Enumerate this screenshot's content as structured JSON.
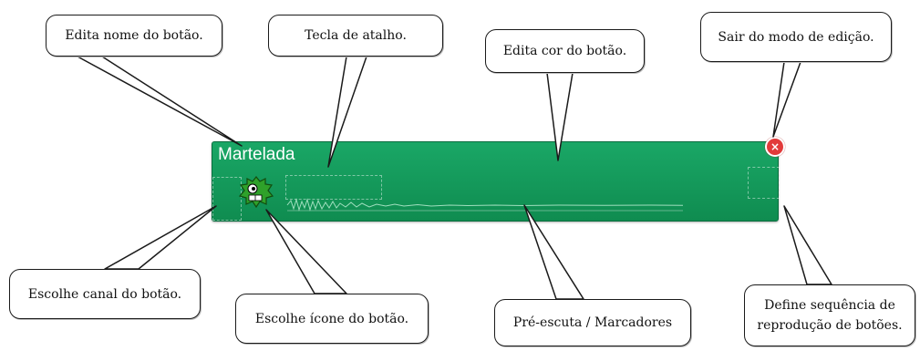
{
  "button": {
    "name": "Martelada",
    "accent_color": "#14a060",
    "icon": "green-monster-icon",
    "close_icon": "close-icon"
  },
  "callouts": {
    "edit_name": "Edita nome do botão.",
    "shortcut": "Tecla de atalho.",
    "edit_color": "Edita cor do botão.",
    "exit_edit": "Sair do modo de edição.",
    "channel": "Escolhe canal do botão.",
    "icon": "Escolhe ícone do botão.",
    "preview": "Pré-escuta / Marcadores",
    "sequence_line1": "Define sequência de",
    "sequence_line2": "reprodução de botões."
  }
}
